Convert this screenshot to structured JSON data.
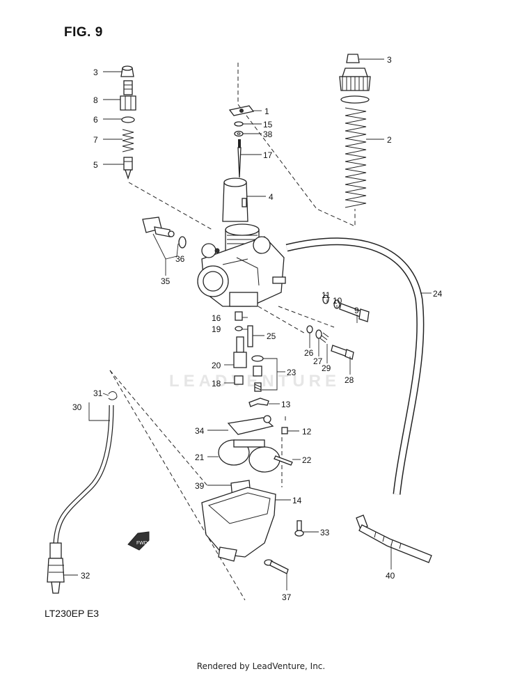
{
  "figure_title": "FIG. 9",
  "model_code": "LT230EP  E3",
  "watermark": "LEADVENTURE",
  "footer": "Rendered by LeadVenture, Inc.",
  "fwd_label": "FWD",
  "callouts": {
    "c1": "1",
    "c2": "2",
    "c3a": "3",
    "c3b": "3",
    "c4": "4",
    "c5": "5",
    "c6": "6",
    "c7": "7",
    "c8": "8",
    "c9": "9",
    "c10": "10",
    "c11": "11",
    "c12": "12",
    "c13": "13",
    "c14": "14",
    "c15": "15",
    "c16": "16",
    "c17": "17",
    "c18": "18",
    "c19": "19",
    "c20": "20",
    "c21": "21",
    "c22": "22",
    "c23": "23",
    "c24": "24",
    "c25": "25",
    "c26": "26",
    "c27": "27",
    "c28": "28",
    "c29": "29",
    "c30": "30",
    "c31": "31",
    "c32": "32",
    "c33": "33",
    "c34": "34",
    "c35": "35",
    "c36": "36",
    "c37": "37",
    "c38": "38",
    "c39": "39",
    "c40": "40"
  }
}
